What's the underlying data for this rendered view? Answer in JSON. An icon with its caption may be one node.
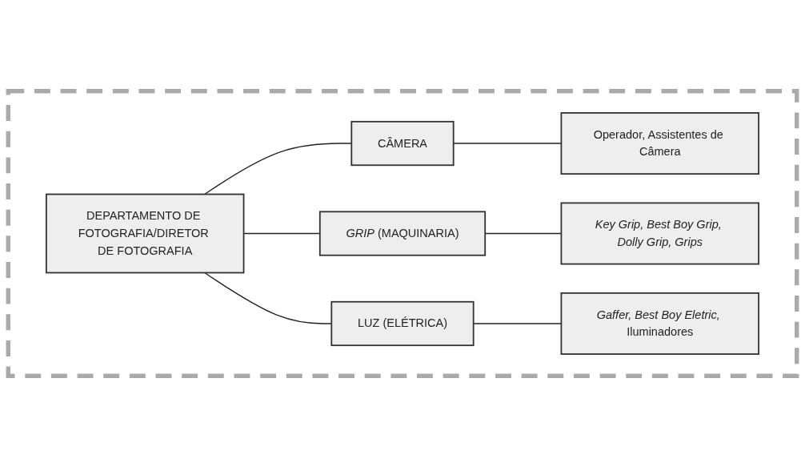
{
  "diagram": {
    "nodes": [
      {
        "text": [],
        "shape": "box"
      },
      {
        "text": [
          "DEPARTAMENTO DE FOTOGRAFIA/DIRETOR DE FOTOGRAFIA"
        ],
        "in": 0
      },
      {
        "text": [
          "CÂMERA"
        ],
        "in": 0
      },
      {
        "text": [
          "*GRIP* (MAQUINARIA)"
        ],
        "in": 0
      },
      {
        "text": [
          "LUZ (ELÉTRICA)"
        ],
        "in": 0
      },
      {
        "text": [
          "Operador, Assistentes de Câmera"
        ],
        "in": 0
      },
      {
        "text": [
          "Key Grip, Best Boy Grip, Dolly Grip, Grips"
        ],
        "in": 0
      },
      {
        "text": [
          "*Gaffer, Best Boy Eletric,* Iluminadores"
        ],
        "in": 0
      }
    ],
    "edges": [
      {
        "from": 1,
        "to": 2,
        "arrow": "none"
      },
      {
        "from": 1,
        "to": 3,
        "arrow": "none"
      },
      {
        "from": 1,
        "to": 4,
        "arrow": "none"
      },
      {
        "from": 2,
        "to": 5,
        "arrow": "none"
      },
      {
        "from": 3,
        "to": 6,
        "arrow": "none"
      },
      {
        "from": 4,
        "to": 7,
        "arrow": "none"
      }
    ]
  }
}
